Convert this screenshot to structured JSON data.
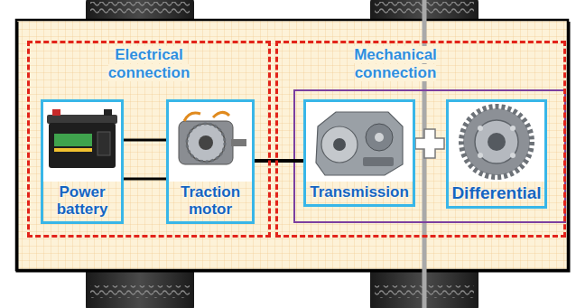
{
  "diagram": {
    "nodes": [
      {
        "text": [
          "Electrical connection"
        ]
      },
      {
        "text": [
          "Power battery"
        ],
        "in": 0
      },
      {
        "text": [
          "Traction motor"
        ],
        "in": 0
      },
      {
        "text": [
          "Mechanical connection"
        ]
      },
      {
        "text": [
          "Transmission"
        ],
        "in": 3
      },
      {
        "text": [
          "Differential"
        ],
        "in": 3
      }
    ],
    "edges": [
      {
        "from": 1,
        "to": 2,
        "arrow": "none"
      },
      {
        "from": 2,
        "to": 4,
        "arrow": "none"
      }
    ]
  }
}
